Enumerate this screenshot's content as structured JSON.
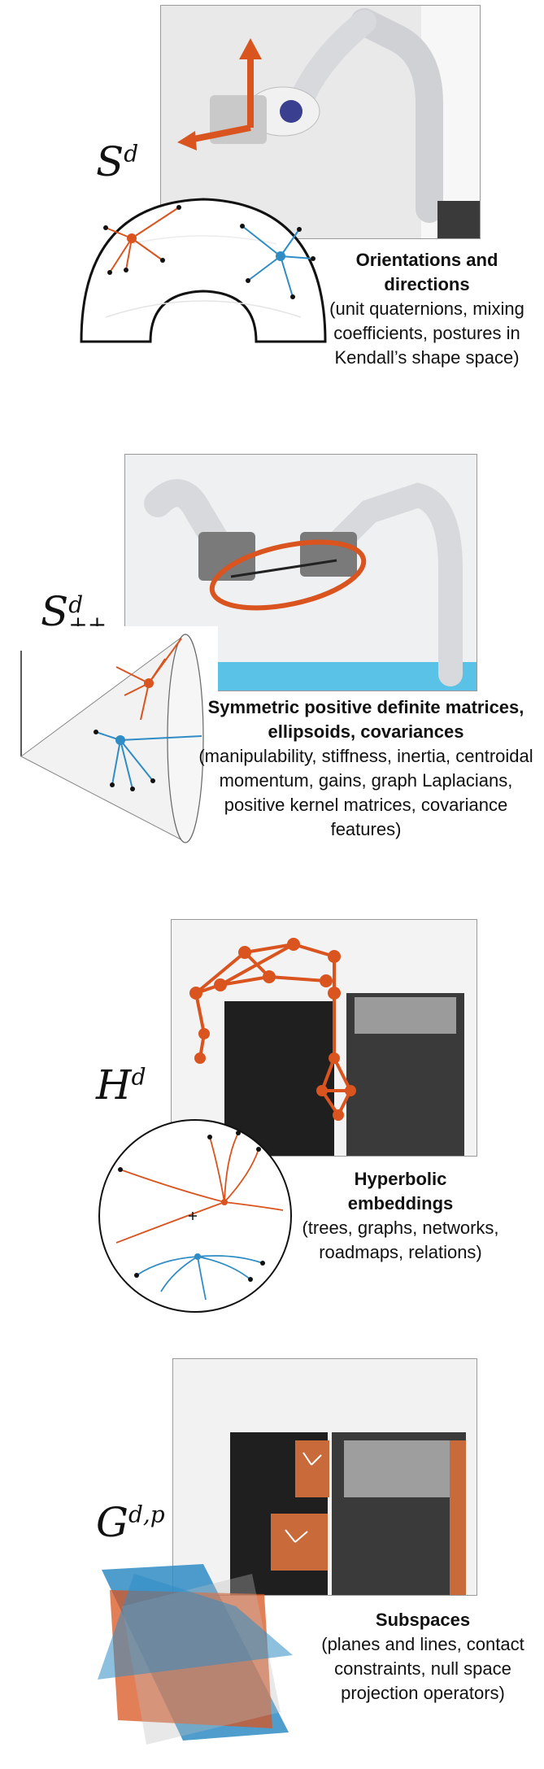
{
  "panels": [
    {
      "symbol": "S",
      "symbol_sup": "d",
      "title": "Orientations and directions",
      "description": "(unit quaternions, mixing coefficients, postures in Kendall’s shape space)"
    },
    {
      "symbol": "S",
      "symbol_sup": "d",
      "symbol_sub": "++",
      "title": "Symmetric positive definite matrices, ellipsoids, covariances",
      "description": "(manipulability, stiffness, inertia, centroidal momentum, gains, graph Laplacians, positive kernel matrices, covariance features)"
    },
    {
      "symbol": "H",
      "symbol_sup": "d",
      "title": "Hyperbolic embeddings",
      "description": "(trees, graphs, networks, roadmaps, relations)"
    },
    {
      "symbol": "G",
      "symbol_sup": "d,p",
      "title": "Subspaces",
      "description": "(planes and lines, contact constraints, null space projection operators)"
    }
  ],
  "colors": {
    "orange": "#d9541e",
    "blue": "#2f8cc4",
    "ink": "#111111"
  }
}
